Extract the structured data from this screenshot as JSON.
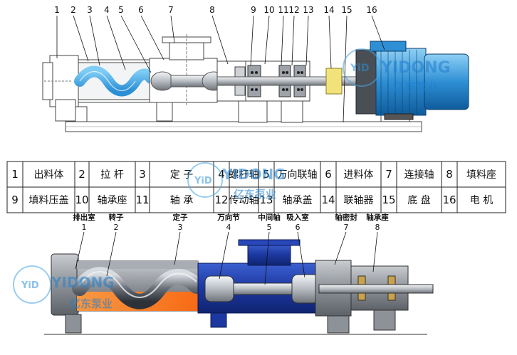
{
  "top_diagram": {
    "callouts": [
      "1",
      "2",
      "3",
      "4",
      "5",
      "6",
      "7",
      "8",
      "9",
      "10",
      "11",
      "12",
      "13",
      "14",
      "15",
      "16"
    ]
  },
  "parts_table": {
    "rows": [
      [
        {
          "num": "1",
          "name": "出料体"
        },
        {
          "num": "2",
          "name": "拉  杆"
        },
        {
          "num": "3",
          "name": "定  子"
        },
        {
          "num": "4",
          "name": "螺杆轴"
        },
        {
          "num": "5",
          "name": "万向联轴"
        },
        {
          "num": "6",
          "name": "进料体"
        },
        {
          "num": "7",
          "name": "连接轴"
        },
        {
          "num": "8",
          "name": "填料座"
        }
      ],
      [
        {
          "num": "9",
          "name": "填料压盖"
        },
        {
          "num": "10",
          "name": "轴承座"
        },
        {
          "num": "11",
          "name": "轴  承"
        },
        {
          "num": "12",
          "name": "传动轴"
        },
        {
          "num": "13",
          "name": "轴承盖"
        },
        {
          "num": "14",
          "name": "联轴器"
        },
        {
          "num": "15",
          "name": "底  盘"
        },
        {
          "num": "16",
          "name": "电  机"
        }
      ]
    ]
  },
  "bottom_diagram": {
    "callouts": [
      {
        "label": "排出室",
        "num": "1"
      },
      {
        "label": "转子",
        "num": "2"
      },
      {
        "label": "定子",
        "num": "3"
      },
      {
        "label": "万向节",
        "num": "4"
      },
      {
        "label": "中间轴",
        "num": "5"
      },
      {
        "label": "吸入室",
        "num": "6"
      },
      {
        "label": "轴密封",
        "num": "7"
      },
      {
        "label": "轴承座",
        "num": "8"
      }
    ]
  },
  "watermark": {
    "brand_latin": "YIDONG",
    "brand_cn": "亿东泵业",
    "logo_letters": "YiD"
  },
  "colors": {
    "water_blue": "#2a8fd6",
    "body_blue": "#1f3fa8",
    "orange": "#ff7a1a",
    "grey_metal": "#8a8f96",
    "coupling_yellow": "#f2e27a",
    "motor_blue": "#3aa0e0"
  }
}
